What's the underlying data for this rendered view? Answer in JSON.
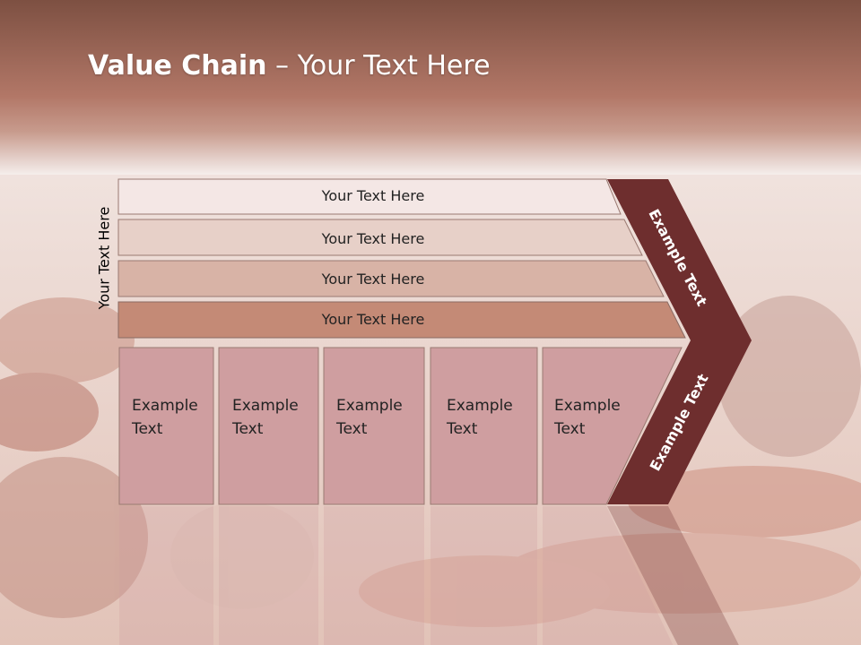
{
  "slide": {
    "title_bold": "Value Chain",
    "title_rest": " – Your Text Here",
    "side_label": "Your Text Here"
  },
  "rows": [
    {
      "label": "Your Text Here",
      "color": "#f4e7e5"
    },
    {
      "label": "Your Text Here",
      "color": "#e7d0c8"
    },
    {
      "label": "Your Text Here",
      "color": "#d8b3a6"
    },
    {
      "label": "Your Text Here",
      "color": "#c48a76"
    }
  ],
  "columns": [
    {
      "line1": "Example",
      "line2": "Text"
    },
    {
      "line1": "Example",
      "line2": "Text"
    },
    {
      "line1": "Example",
      "line2": "Text"
    },
    {
      "line1": "Example",
      "line2": "Text"
    },
    {
      "line1": "Example",
      "line2": "Text"
    }
  ],
  "arrow": {
    "upper_label": "Example Text",
    "lower_label": "Example Text",
    "color": "#6e2e2e"
  },
  "colors": {
    "header_top": "#7a4a3c",
    "header_mid": "#b27767",
    "column_fill": "#cf9ea0"
  }
}
